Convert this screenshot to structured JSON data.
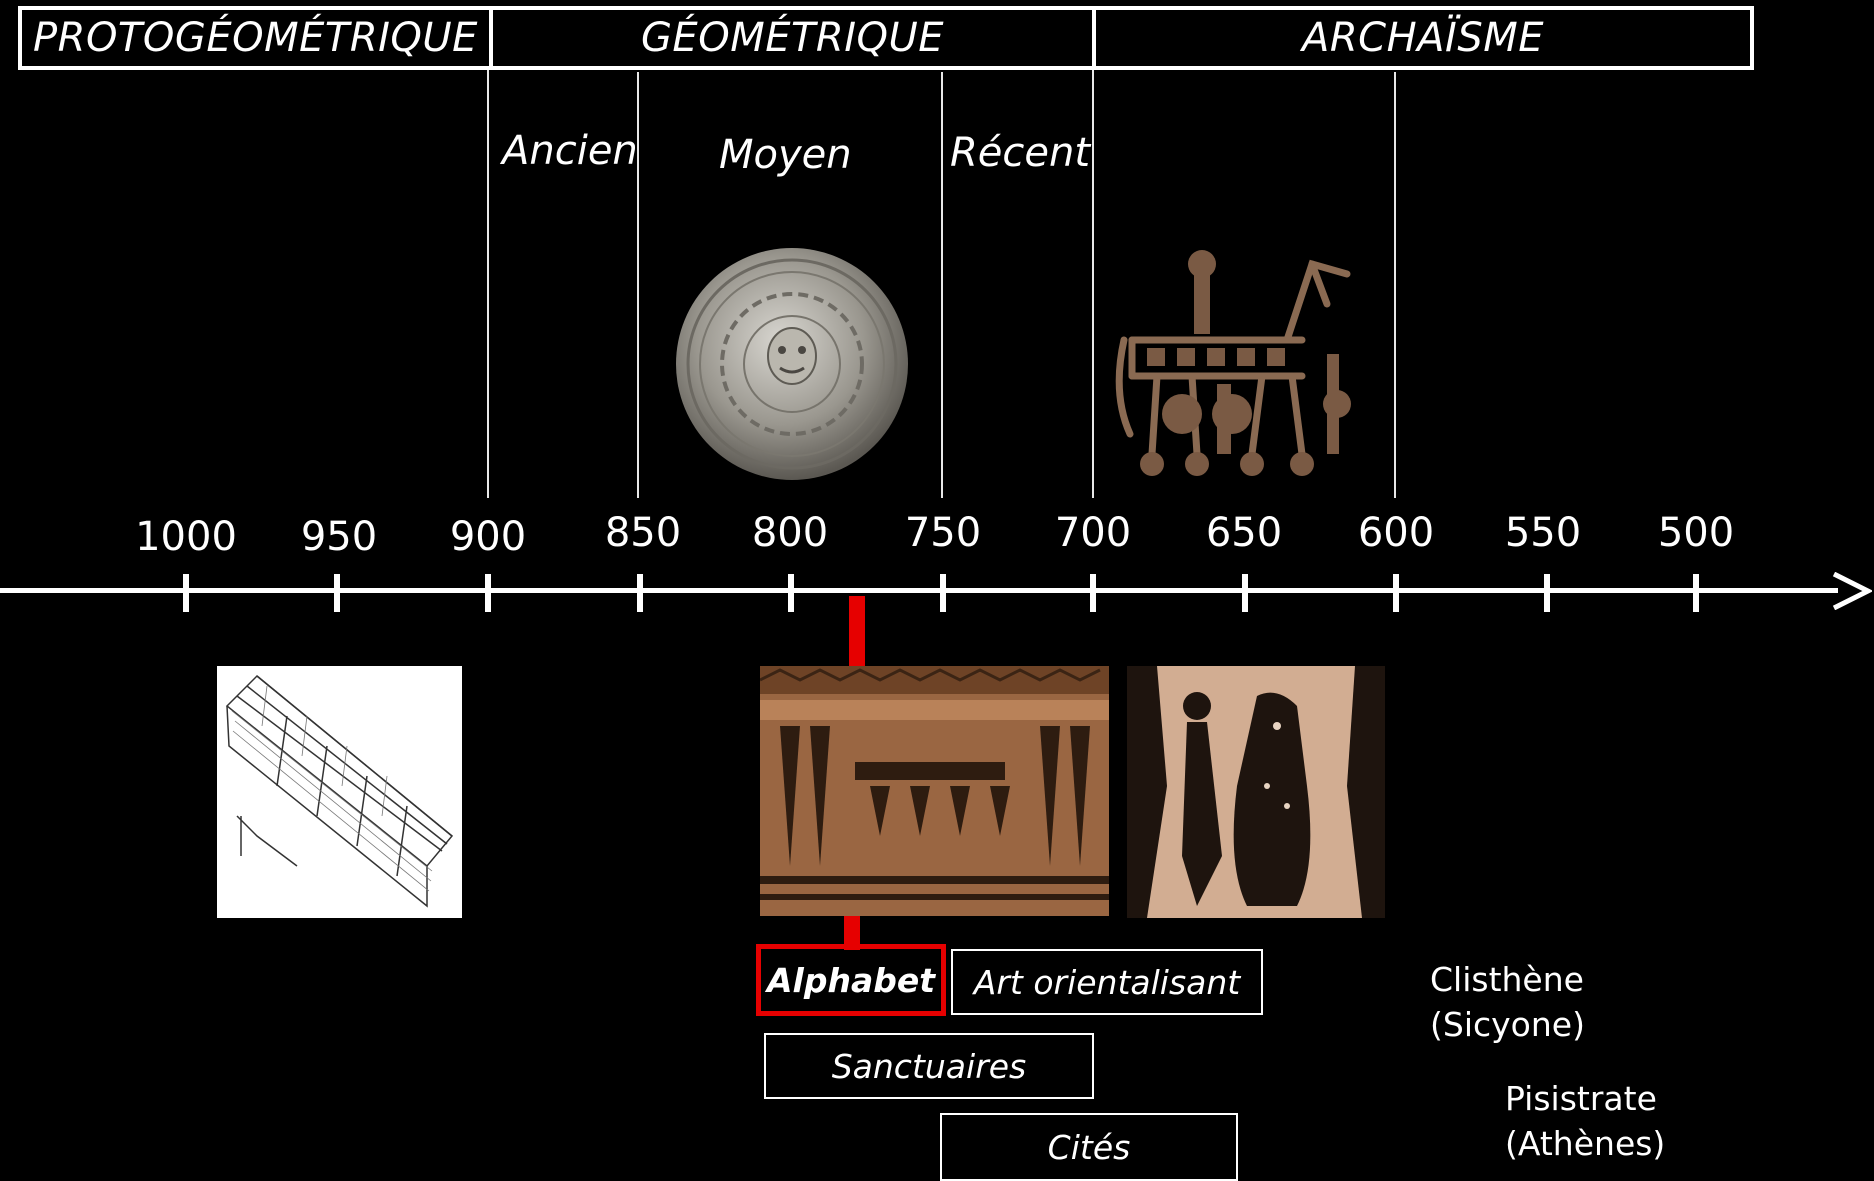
{
  "periods": {
    "protogeometric": "PROTOGÉOMÉTRIQUE",
    "geometric": "GÉOMÉTRIQUE",
    "archaism": "ARCHAÏSME"
  },
  "subperiods": {
    "ancient": "Ancien",
    "middle": "Moyen",
    "late": "Récent"
  },
  "timeline": {
    "years": [
      "1000",
      "950",
      "900",
      "850",
      "800",
      "750",
      "700",
      "650",
      "600",
      "550",
      "500"
    ]
  },
  "events": {
    "alphabet": "Alphabet",
    "orientalizing_art": "Art orientalisant",
    "sanctuaries": "Sanctuaires",
    "cities": "Cités"
  },
  "notes": {
    "cleisthenes_name": "Clisthène",
    "cleisthenes_place": "(Sicyone)",
    "pisistratus_name": "Pisistrate",
    "pisistratus_place": "(Athènes)"
  },
  "images": {
    "shield": "bronze-shield-image",
    "trojan_horse": "trojan-horse-relief-image",
    "longhouse": "longhouse-drawing-image",
    "geometric_vase": "geometric-vase-image",
    "orientalizing_vase": "orientalizing-vase-image"
  },
  "colors": {
    "background": "#000000",
    "foreground": "#ffffff",
    "highlight": "#e60000"
  }
}
